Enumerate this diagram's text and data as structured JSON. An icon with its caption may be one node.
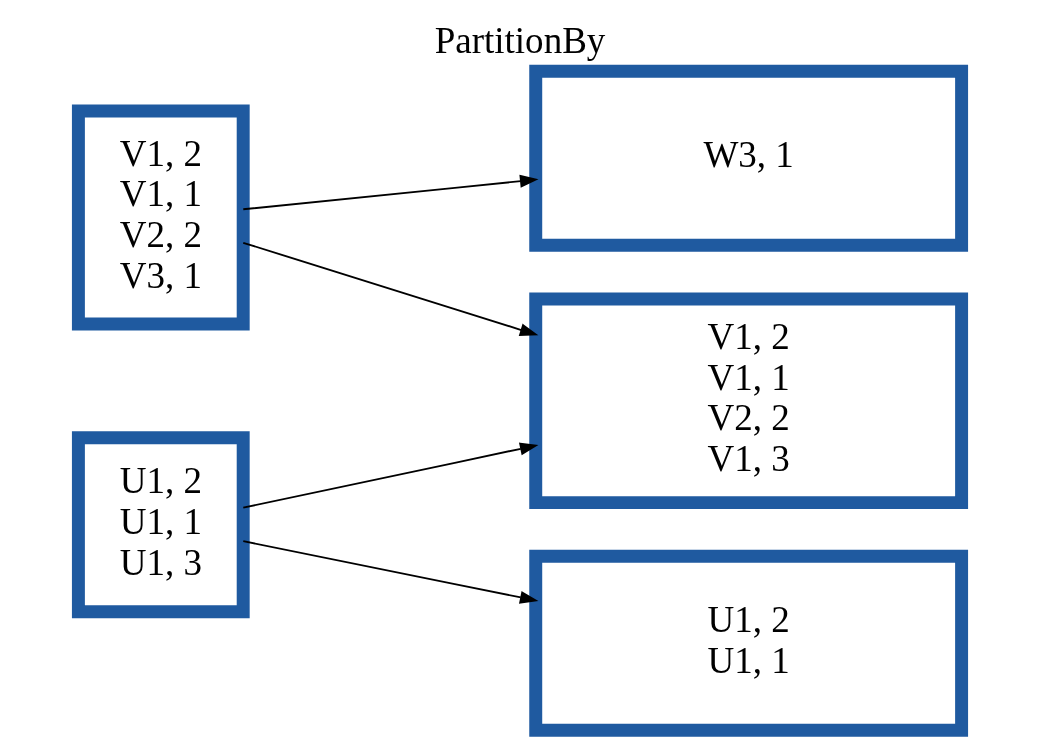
{
  "diagram": {
    "title": "PartitionBy",
    "nodes": [
      {
        "text": [
          "V1, 2",
          "V1, 1",
          "V2, 2",
          "V3, 1"
        ]
      },
      {
        "text": [
          "U1, 2",
          "U1, 1",
          "U1, 3"
        ]
      },
      {
        "text": [
          "V1, 2",
          "V1, 1",
          "V2, 2",
          "V1, 3"
        ]
      },
      {
        "text": [
          "W3, 1"
        ]
      },
      {
        "text": [
          "U1, 2",
          "U1, 1"
        ]
      }
    ],
    "edges": [
      {
        "from": 0,
        "to": 2,
        "arrow": "to"
      },
      {
        "from": 0,
        "to": 3,
        "arrow": "to"
      },
      {
        "from": 1,
        "to": 2,
        "arrow": "to"
      },
      {
        "from": 1,
        "to": 4,
        "arrow": "to"
      }
    ]
  }
}
